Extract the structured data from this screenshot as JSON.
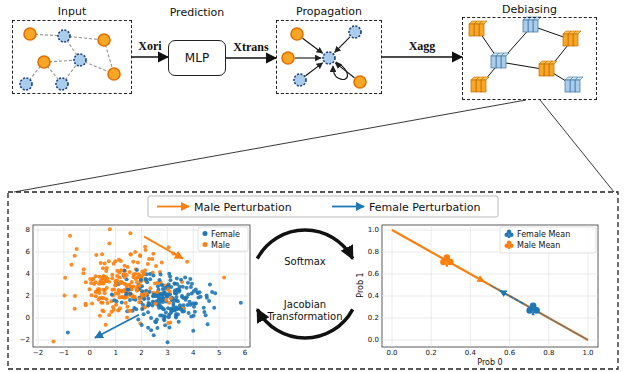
{
  "diagram": {
    "nodes": [
      {
        "text": [
          "Input"
        ]
      },
      {
        "text": [
          "Prediction",
          "MLP"
        ]
      },
      {
        "text": [
          "Propagation"
        ]
      },
      {
        "text": [
          "Debiasing"
        ]
      }
    ],
    "edges": [
      {
        "from": 0,
        "to": 1,
        "label": "Xori",
        "arrow": "to"
      },
      {
        "from": 1,
        "to": 2,
        "label": "Xtrans",
        "arrow": "to"
      },
      {
        "from": 2,
        "to": 3,
        "label": "Xagg",
        "arrow": "to"
      }
    ],
    "labels": [
      "Softmax",
      "Jacobian Transformation",
      "8",
      "6",
      "4",
      "2",
      "0",
      "−2",
      "−2",
      "−1",
      "0",
      "1",
      "2",
      "3",
      "4",
      "5",
      "6",
      "1.0",
      "0.8",
      "0.6",
      "0.4",
      "0.2",
      "0.0",
      "0.0",
      "0.2",
      "0.4",
      "0.6",
      "0.8",
      "1.0",
      "Prob 1",
      "Prob 0"
    ],
    "legend": [
      {
        "text": "Male Perturbation"
      },
      {
        "text": "Female Perturbation"
      },
      {
        "text": "Female"
      },
      {
        "text": "Male"
      },
      {
        "text": "Female Mean"
      },
      {
        "text": "Male Mean"
      }
    ]
  }
}
